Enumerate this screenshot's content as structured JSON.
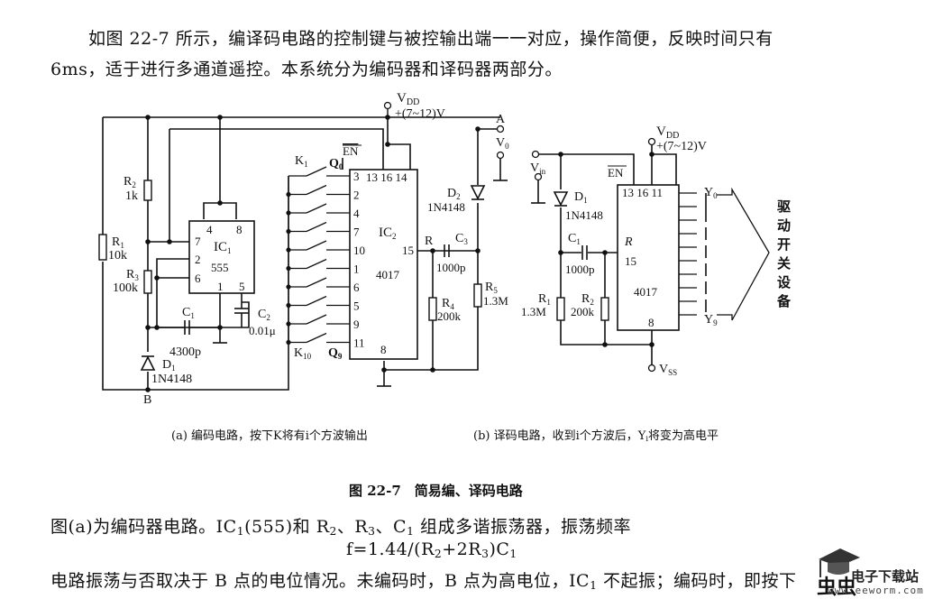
{
  "paragraphs": {
    "intro_line1": "如图 22-7 所示，编译码电路的控制键与被控输出端一一对应，操作简便，反映时间只有",
    "intro_line2": "6ms，适于进行多通道遥控。本系统分为编码器和译码器两部分。",
    "body_line1_a": "图(a)为编码器电路。IC",
    "body_line1_b": "(555)和 R",
    "body_line1_c": "、R",
    "body_line1_d": "、C",
    "body_line1_e": " 组成多谐振荡器，振荡频率",
    "formula_a": "f=1.44/(R",
    "formula_b": "+2R",
    "formula_c": ")C",
    "body_line2_a": "电路振荡与否取决于 B 点的电位情况。未编码时，B 点为高电位，IC",
    "body_line2_b": " 不起振；编码时，即按下",
    "subs": {
      "one": "1",
      "two": "2",
      "three": "3"
    }
  },
  "figure": {
    "caption_a": "(a) 编码电路，按下K将有i个方波输出",
    "caption_b": "(b) 译码电路，收到i个方波后，Y",
    "caption_b_sub": "i",
    "caption_b_end": "将变为高电平",
    "title": "图 22-7　简易编、译码电路"
  },
  "schematic_a": {
    "vdd": "V",
    "vdd_sub": "DD",
    "supply": "+(7~12)V",
    "node_a": "A",
    "vo": "V",
    "vo_sub": "0",
    "node_b": "B",
    "r1": "R",
    "r1_sub": "1",
    "r1_val": "10k",
    "r2": "R",
    "r2_sub": "2",
    "r2_val": "1k",
    "r3": "R",
    "r3_sub": "3",
    "r3_val": "100k",
    "c1": "C",
    "c1_sub": "1",
    "c1_val": "4300p",
    "c2": "C",
    "c2_sub": "2",
    "c2_val": "0.01μ",
    "d1": "D",
    "d1_sub": "1",
    "d1_val": "1N4148",
    "ic1": "IC",
    "ic1_sub": "1",
    "ic1_part": "555",
    "ic1_pins": {
      "p4": "4",
      "p8": "8",
      "p7": "7",
      "p2": "2",
      "p6": "6",
      "p1": "1",
      "p5": "5"
    },
    "k1": "K",
    "k1_sub": "1",
    "k10": "K",
    "k10_sub": "10",
    "q0": "Q",
    "q0_sub": "0",
    "q9": "Q",
    "q9_sub": "9",
    "en": "EN",
    "ic2": "IC",
    "ic2_sub": "2",
    "ic2_part": "4017",
    "ic2_top_pins": "13 16 14",
    "ic2_left_pins": [
      "3",
      "2",
      "4",
      "7",
      "10",
      "1",
      "6",
      "5",
      "9",
      "11"
    ],
    "ic2_p15": "15",
    "ic2_p8": "8",
    "r_label": "R",
    "c3": "C",
    "c3_sub": "3",
    "c3_val": "1000p",
    "r4": "R",
    "r4_sub": "4",
    "r4_val": "200k",
    "r5": "R",
    "r5_sub": "5",
    "r5_val": "1.3M",
    "d2": "D",
    "d2_sub": "2",
    "d2_val": "1N4148"
  },
  "schematic_b": {
    "vdd": "V",
    "vdd_sub": "DD",
    "supply": "+(7~12)V",
    "vin": "V",
    "vin_sub": "in",
    "en": "EN",
    "d1": "D",
    "d1_sub": "1",
    "d1_val": "1N4148",
    "c1": "C",
    "c1_sub": "1",
    "c1_val": "1000p",
    "r1": "R",
    "r1_sub": "1",
    "r1_val": "1.3M",
    "r2": "R",
    "r2_sub": "2",
    "r2_val": "200k",
    "ic_top_pins": "13  16  11",
    "ic_r": "R",
    "ic_p15": "15",
    "ic_part": "4017",
    "ic_p8": "8",
    "y0": "Y",
    "y0_sub": "0",
    "y9": "Y",
    "y9_sub": "9",
    "vss": "V",
    "vss_sub": "SS",
    "drive_label": [
      "驱",
      "动",
      "开",
      "关",
      "设",
      "备"
    ]
  },
  "watermark": {
    "cn_text": "电子下载站",
    "url": "www.eeworm.com",
    "brand_color": "#d9251d"
  }
}
